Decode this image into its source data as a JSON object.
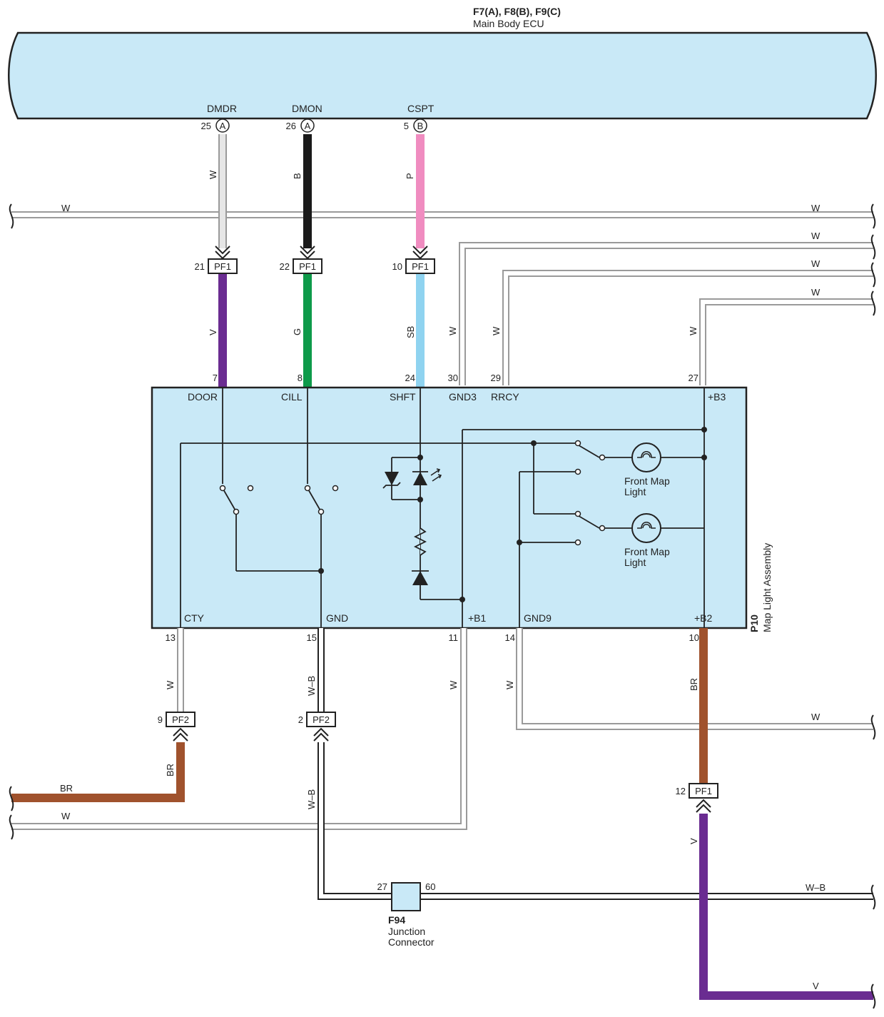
{
  "ecu": {
    "connectors": "F7(A), F8(B), F9(C)",
    "name": "Main Body ECU",
    "pins": [
      {
        "name": "DMDR",
        "number": "25",
        "conn": "A"
      },
      {
        "name": "DMON",
        "number": "26",
        "conn": "A"
      },
      {
        "name": "CSPT",
        "number": "5",
        "conn": "B"
      }
    ]
  },
  "ecu_wires": [
    {
      "color_code": "W",
      "hex": "#e6e6e6"
    },
    {
      "color_code": "B",
      "hex": "#1a1a1a"
    },
    {
      "color_code": "P",
      "hex": "#f08cc0"
    }
  ],
  "pf1_top": [
    {
      "pin": "21",
      "label": "PF1"
    },
    {
      "pin": "22",
      "label": "PF1"
    },
    {
      "pin": "10",
      "label": "PF1"
    }
  ],
  "lower_wires": [
    {
      "color_code": "V",
      "hex": "#6a2c91"
    },
    {
      "color_code": "G",
      "hex": "#0e9a4a"
    },
    {
      "color_code": "SB",
      "hex": "#8fd3f0"
    },
    {
      "color_code": "W"
    },
    {
      "color_code": "W"
    },
    {
      "color_code": "W"
    }
  ],
  "right_wires_top": [
    "W",
    "W",
    "W",
    "W"
  ],
  "left_wire_top": "W",
  "assembly": {
    "id": "P10",
    "name": "Map Light Assembly",
    "top_pins": [
      {
        "number": "7",
        "name": "DOOR"
      },
      {
        "number": "8",
        "name": "CILL"
      },
      {
        "number": "24",
        "name": "SHFT"
      },
      {
        "number": "30",
        "name": "GND3"
      },
      {
        "number": "29",
        "name": "RRCY"
      },
      {
        "number": "27",
        "name": "+B3"
      }
    ],
    "bottom_pins": [
      {
        "number": "13",
        "name": "CTY"
      },
      {
        "number": "15",
        "name": "GND"
      },
      {
        "number": "11",
        "name": "+B1"
      },
      {
        "number": "14",
        "name": "GND9"
      },
      {
        "number": "10",
        "name": "+B2"
      }
    ],
    "lamps": [
      {
        "line1": "Front Map",
        "line2": "Light"
      },
      {
        "line1": "Front Map",
        "line2": "Light"
      }
    ]
  },
  "bottom_wires": [
    {
      "color_code": "W"
    },
    {
      "color_code": "W–B"
    },
    {
      "color_code": "W"
    },
    {
      "color_code": "W"
    },
    {
      "color_code": "BR",
      "hex": "#a0522d"
    }
  ],
  "pf2": [
    {
      "pin": "9",
      "label": "PF2"
    },
    {
      "pin": "2",
      "label": "PF2"
    }
  ],
  "pf1_bottom": {
    "pin": "12",
    "label": "PF1"
  },
  "lower_section": {
    "br_left": "BR",
    "br_vertical": "BR",
    "w_left": "W",
    "wb_vertical": "W–B",
    "w_right_gnd9": "W",
    "v_vertical": "V",
    "v_bottom": "V",
    "wb_right": "W–B"
  },
  "junction": {
    "id": "F94",
    "line1": "Junction",
    "line2": "Connector",
    "pin_left": "27",
    "pin_right": "60"
  },
  "colors": {
    "fill_blue": "#c9e9f7",
    "outline": "#222222",
    "white_wire_edge": "#9a9a9a"
  }
}
